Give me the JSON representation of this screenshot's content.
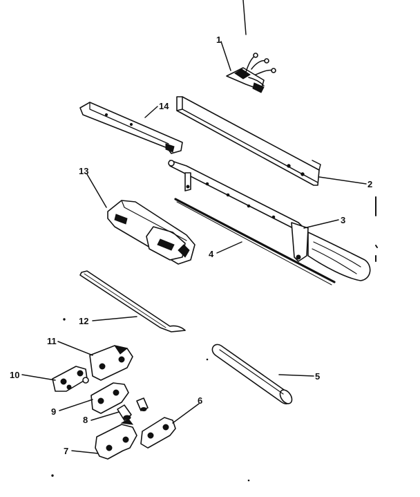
{
  "diagram": {
    "labels": {
      "l1": "1",
      "l2": "2",
      "l3": "3",
      "l4": "4",
      "l5": "5",
      "l6": "6",
      "l7": "7",
      "l8": "8",
      "l9": "9",
      "l10": "10",
      "l11": "11",
      "l12": "12",
      "l13": "13",
      "l14": "14"
    },
    "colors": {
      "ink": "#111111",
      "paper": "#ffffff"
    }
  }
}
